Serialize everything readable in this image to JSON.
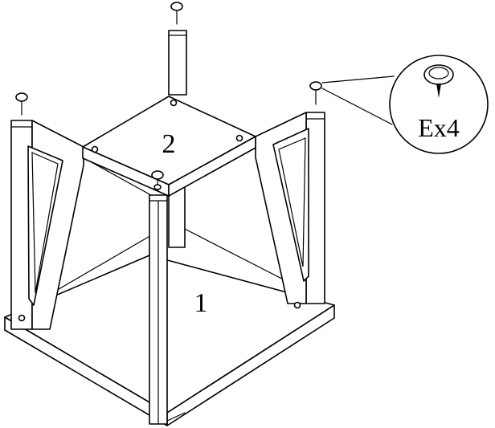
{
  "diagram": {
    "parts": [
      {
        "id": "base-assembly",
        "label": "1"
      },
      {
        "id": "top-plate",
        "label": "2"
      }
    ],
    "callout": {
      "hardware": "screw",
      "quantity_label": "Ex4"
    },
    "colors": {
      "line": "#000000",
      "fill": "#ffffff"
    }
  }
}
